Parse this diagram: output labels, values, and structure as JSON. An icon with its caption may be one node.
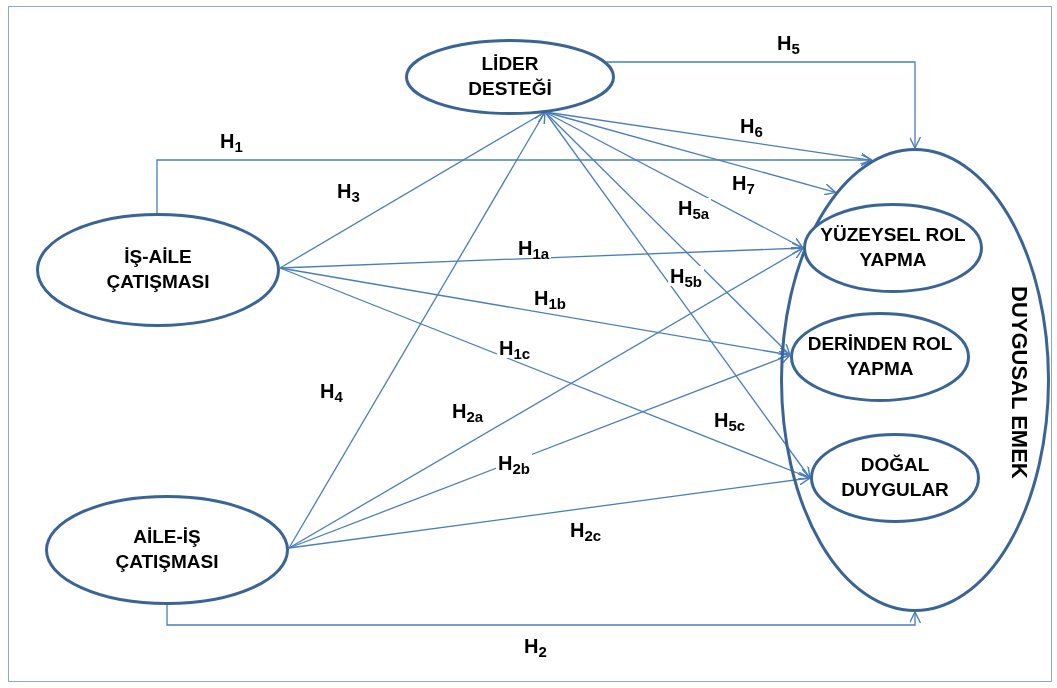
{
  "diagram": {
    "nodes": [
      {
        "text": [
          "LİDER DESTEĞİ"
        ]
      },
      {
        "text": [
          "İŞ-AİLE ÇATIŞMASI"
        ]
      },
      {
        "text": [
          "AİLE-İŞ ÇATIŞMASI"
        ]
      },
      {
        "text": [
          "DUYGUSAL EMEK"
        ]
      },
      {
        "text": [
          "YÜZEYSEL ROL YAPMA"
        ],
        "in": 3
      },
      {
        "text": [
          "DERİNDEN ROL YAPMA"
        ],
        "in": 3
      },
      {
        "text": [
          "DOĞAL DUYGULAR"
        ],
        "in": 3
      }
    ],
    "edges": [
      {
        "from": 0,
        "to": 3,
        "arrow": "to",
        "label": "H$_{5}$"
      },
      {
        "from": 0,
        "to": 3,
        "arrow": "to",
        "label": "H$_{6}$"
      },
      {
        "from": 0,
        "to": 3,
        "arrow": "to",
        "label": "H$_{7}$"
      },
      {
        "from": 0,
        "to": 4,
        "arrow": "to",
        "label": "H$_{5a}$"
      },
      {
        "from": 0,
        "to": 5,
        "arrow": "to",
        "label": "H$_{5b}$"
      },
      {
        "from": 0,
        "to": 6,
        "arrow": "to",
        "label": "H$_{5c}$"
      },
      {
        "from": 1,
        "to": 3,
        "arrow": "to",
        "label": "H$_{1}$"
      },
      {
        "from": 1,
        "to": 0,
        "arrow": "to",
        "label": "H$_{3}$"
      },
      {
        "from": 1,
        "to": 4,
        "arrow": "to",
        "label": "H$_{1a}$"
      },
      {
        "from": 1,
        "to": 5,
        "arrow": "to",
        "label": "H$_{1b}$"
      },
      {
        "from": 1,
        "to": 6,
        "arrow": "to",
        "label": "H$_{1c}$"
      },
      {
        "from": 2,
        "to": 0,
        "arrow": "to",
        "label": "H$_{4}$"
      },
      {
        "from": 2,
        "to": 4,
        "arrow": "to",
        "label": "H$_{2a}$"
      },
      {
        "from": 2,
        "to": 5,
        "arrow": "to",
        "label": "H$_{2b}$"
      },
      {
        "from": 2,
        "to": 6,
        "arrow": "to",
        "label": "H$_{2c}$"
      },
      {
        "from": 2,
        "to": 3,
        "arrow": "to",
        "label": "H$_{2}$"
      }
    ]
  }
}
